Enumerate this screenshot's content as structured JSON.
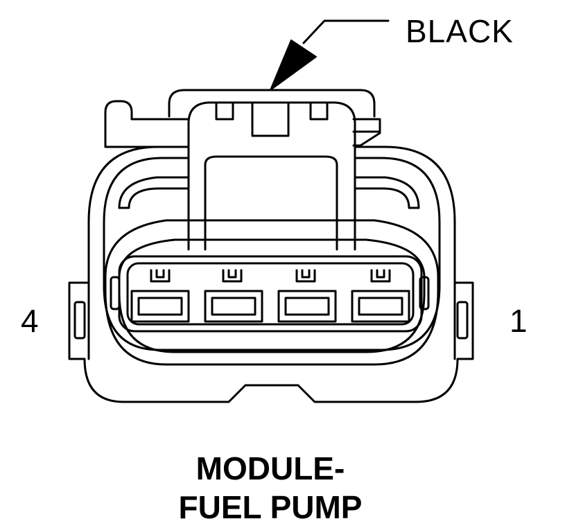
{
  "connector": {
    "color_label": "BLACK",
    "pin_left_label": "4",
    "pin_right_label": "1",
    "caption_line1": "MODULE-",
    "caption_line2": "FUEL PUMP",
    "cavity_count": 4
  },
  "colors": {
    "line": "#000000",
    "background": "#ffffff"
  }
}
